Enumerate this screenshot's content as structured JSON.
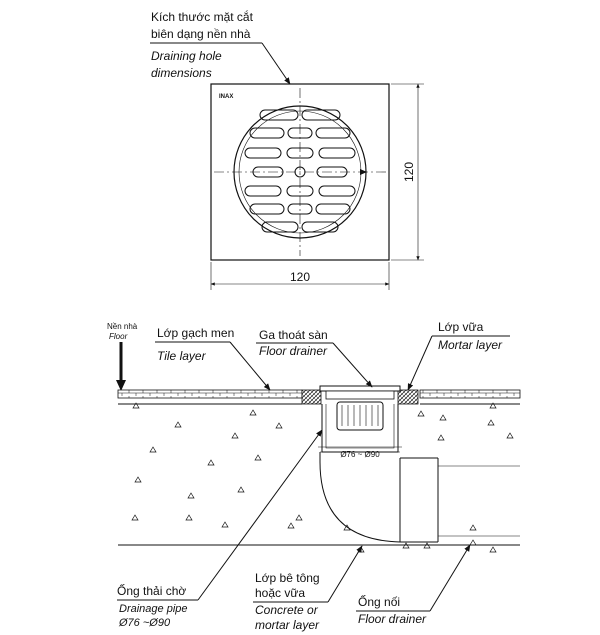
{
  "top_view": {
    "label_vi_line1": "Kích thước mặt cắt",
    "label_vi_line2": "biên dạng nền nhà",
    "label_en_line1": "Draining hole",
    "label_en_line2": "dimensions",
    "brand_mark": "INAX",
    "width_dim": "120",
    "height_dim": "120"
  },
  "section_view": {
    "floor_vi": "Nền nhà",
    "floor_en": "Floor",
    "tile_vi": "Lớp gạch men",
    "tile_en": "Tile layer",
    "drainer_vi": "Ga thoát sàn",
    "drainer_en": "Floor drainer",
    "mortar_vi": "Lớp vữa",
    "mortar_en": "Mortar layer",
    "pipe_dim": "Ø76 ~ Ø90",
    "drain_pipe_vi": "Ống thải chờ",
    "drain_pipe_en": "Drainage pipe",
    "drain_pipe_dim": "Ø76 ~Ø90",
    "concrete_vi_line1": "Lớp bê tông",
    "concrete_vi_line2": "hoặc vữa",
    "concrete_en_line1": "Concrete or",
    "concrete_en_line2": "mortar layer",
    "connector_vi": "Ống nối",
    "connector_en": "Floor drainer"
  }
}
